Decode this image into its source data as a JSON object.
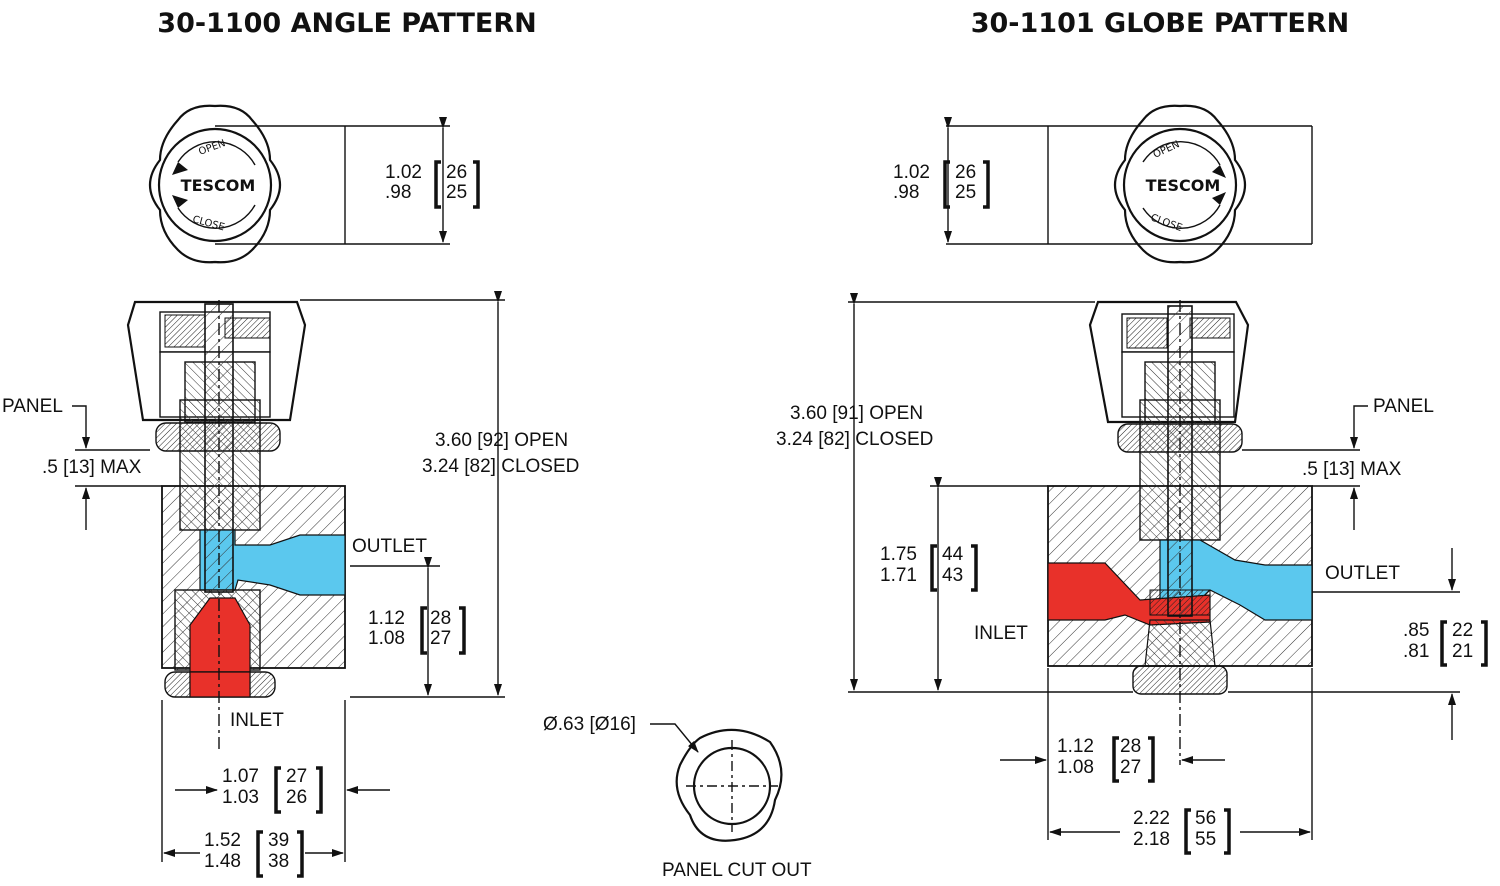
{
  "left": {
    "title": "30-1100 ANGLE PATTERN",
    "knob_label": "TESCOM",
    "knob_open": "OPEN",
    "knob_close": "CLOSE",
    "knob_dim": {
      "in_max": "1.02",
      "in_min": ".98",
      "mm_max": "26",
      "mm_min": "25"
    },
    "panel_label": "PANEL",
    "panel_max": ".5 [13] MAX",
    "height_open": "3.60 [92] OPEN",
    "height_closed": "3.24 [82] CLOSED",
    "outlet_label": "OUTLET",
    "inlet_label": "INLET",
    "port_dim": {
      "in_max": "1.12",
      "in_min": "1.08",
      "mm_max": "28",
      "mm_min": "27"
    },
    "width_dim": {
      "in_max": "1.07",
      "in_min": "1.03",
      "mm_max": "27",
      "mm_min": "26"
    },
    "body_dim": {
      "in_max": "1.52",
      "in_min": "1.48",
      "mm_max": "39",
      "mm_min": "38"
    }
  },
  "right": {
    "title": "30-1101 GLOBE PATTERN",
    "knob_label": "TESCOM",
    "knob_open": "OPEN",
    "knob_close": "CLOSE",
    "knob_dim": {
      "in_max": "1.02",
      "in_min": ".98",
      "mm_max": "26",
      "mm_min": "25"
    },
    "panel_label": "PANEL",
    "panel_max": ".5 [13] MAX",
    "height_open": "3.60 [91] OPEN",
    "height_closed": "3.24 [82] CLOSED",
    "outlet_label": "OUTLET",
    "inlet_label": "INLET",
    "height2_dim": {
      "in_max": "1.75",
      "in_min": "1.71",
      "mm_max": "44",
      "mm_min": "43"
    },
    "port_dim": {
      "in_max": ".85",
      "in_min": ".81",
      "mm_max": "22",
      "mm_min": "21"
    },
    "width_dim": {
      "in_max": "1.12",
      "in_min": "1.08",
      "mm_max": "28",
      "mm_min": "27"
    },
    "body_dim": {
      "in_max": "2.22",
      "in_min": "2.18",
      "mm_max": "56",
      "mm_min": "55"
    }
  },
  "cutout": {
    "dia_label": "Ø.63 [Ø16]",
    "caption": "PANEL CUT OUT"
  },
  "colors": {
    "inlet": "#e8312a",
    "outlet": "#5bc8ee",
    "line": "#111111"
  }
}
